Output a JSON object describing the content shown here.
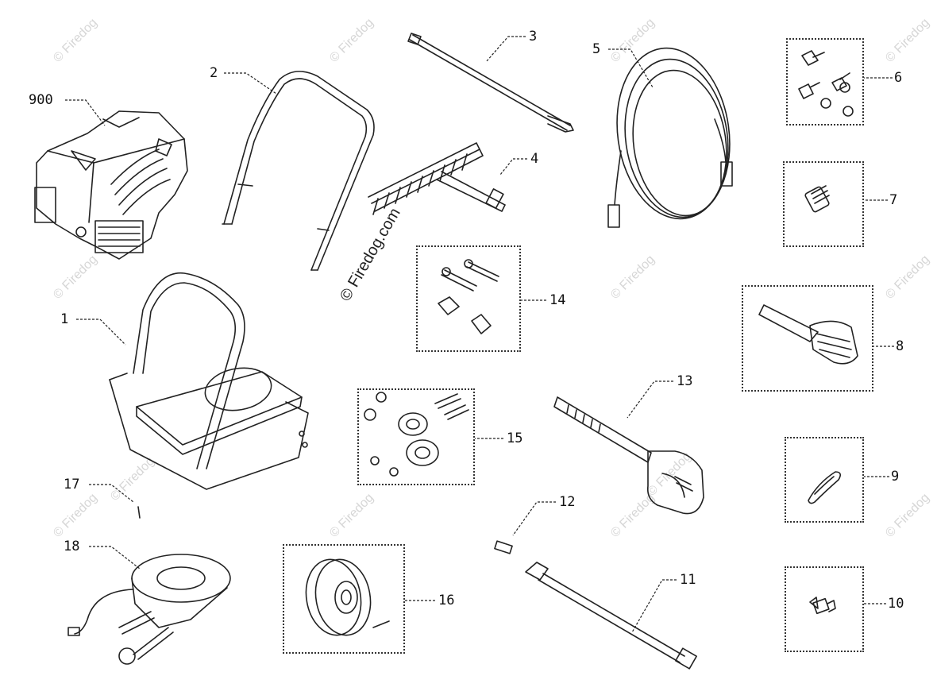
{
  "watermark": {
    "main": "© Firedog.com",
    "repeat": "© Firedog"
  },
  "callouts": {
    "p900": "900",
    "p1": "1",
    "p2": "2",
    "p3": "3",
    "p4": "4",
    "p5": "5",
    "p6": "6",
    "p7": "7",
    "p8": "8",
    "p9": "9",
    "p10": "10",
    "p11": "11",
    "p12": "12",
    "p13": "13",
    "p14": "14",
    "p15": "15",
    "p16": "16",
    "p17": "17",
    "p18": "18"
  }
}
